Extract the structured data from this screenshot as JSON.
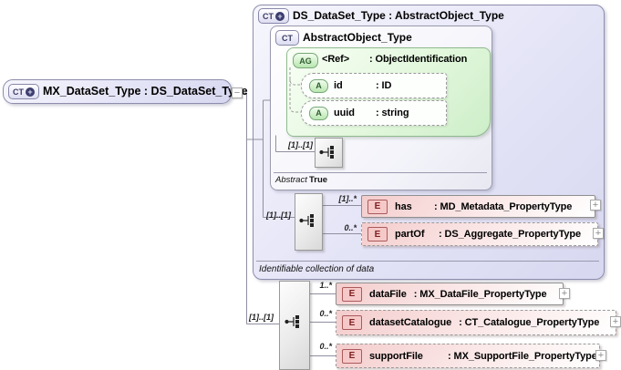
{
  "icons": {
    "ct": "CT",
    "ag": "AG",
    "a": "A",
    "e": "E",
    "plus": "+",
    "minus": "−",
    "expand": "+"
  },
  "root_type": {
    "label": "MX_DataSet_Type : DS_DataSet_Type"
  },
  "base_type": {
    "title": "DS_DataSet_Type : AbstractObject_Type",
    "caption": "Identifiable collection of data",
    "content_mult": "[1]..[1]",
    "inner_type": {
      "title": "AbstractObject_Type",
      "content_mult": "[1]..[1]",
      "attr_group": {
        "name": "<Ref>",
        "type": ": ObjectIdentification",
        "attributes": [
          {
            "name": "id",
            "type": ": ID"
          },
          {
            "name": "uuid",
            "type": ": string"
          }
        ]
      },
      "properties": {
        "abstract_key": "Abstract",
        "abstract_value": "True"
      }
    },
    "elements": [
      {
        "mult": "[1]..*",
        "name": "has",
        "type": ": MD_Metadata_PropertyType"
      },
      {
        "mult": "0..*",
        "name": "partOf",
        "type": ": DS_Aggregate_PropertyType"
      }
    ]
  },
  "local_content": {
    "content_mult": "[1]..[1]",
    "elements": [
      {
        "mult": "1..*",
        "name": "dataFile",
        "type": ": MX_DataFile_PropertyType"
      },
      {
        "mult": "0..*",
        "name": "datasetCatalogue",
        "type": ": CT_Catalogue_PropertyType"
      },
      {
        "mult": "0..*",
        "name": "supportFile",
        "type": ": MX_SupportFile_PropertyType"
      }
    ]
  }
}
